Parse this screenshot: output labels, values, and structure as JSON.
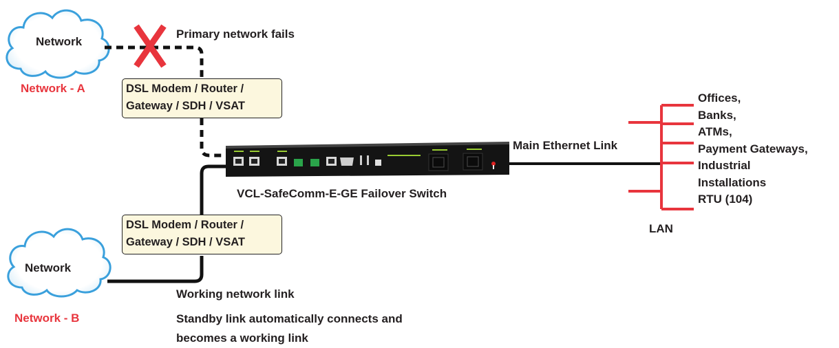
{
  "network_a": {
    "cloud_label": "Network",
    "caption": "Network - A"
  },
  "network_b": {
    "cloud_label": "Network",
    "caption": "Network - B"
  },
  "failure_note": "Primary network fails",
  "modem_a": {
    "line1": "DSL Modem / Router /",
    "line2": "Gateway / SDH / VSAT"
  },
  "modem_b": {
    "line1": "DSL Modem / Router /",
    "line2": "Gateway / SDH / VSAT"
  },
  "device_label": "VCL-SafeComm-E-GE Failover Switch",
  "main_link_label": "Main Ethernet Link",
  "lan_label": "LAN",
  "lan_items": [
    "Offices,",
    "Banks,",
    "ATMs,",
    "Payment Gateways,",
    "Industrial",
    "Installations",
    "RTU (104)"
  ],
  "working_link_label": "Working network link",
  "standby_note": {
    "line1": "Standby link automatically connects and",
    "line2": "becomes a working link"
  },
  "colors": {
    "accent_red": "#e8353d",
    "cloud_stroke": "#3aa0dc",
    "box_fill": "#fcf7de",
    "line": "#111111"
  },
  "icons": [
    "cloud-icon",
    "failure-x-icon",
    "failover-switch-device"
  ]
}
